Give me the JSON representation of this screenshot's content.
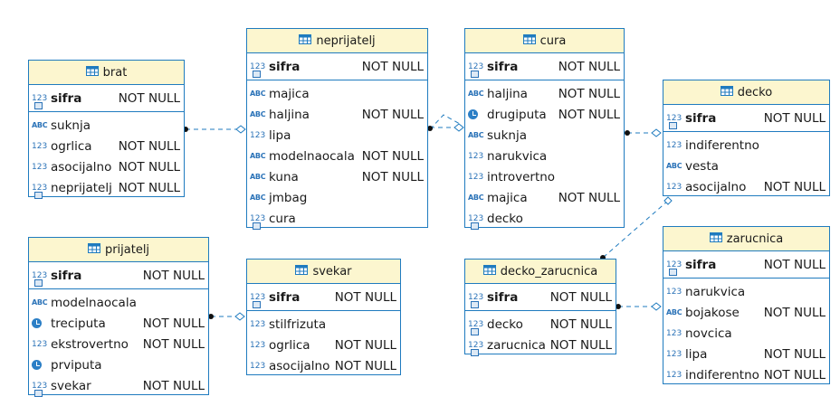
{
  "colors": {
    "border": "#1f7bbf",
    "header_bg": "#fcf6cf",
    "link": "#1f7bbf",
    "icon": "#2b73b8"
  },
  "entities": {
    "brat": {
      "name": "brat",
      "pk": [
        {
          "icon": "num-key",
          "name": "sifra",
          "null": "NOT NULL"
        }
      ],
      "cols": [
        {
          "icon": "text",
          "name": "suknja",
          "null": ""
        },
        {
          "icon": "num",
          "name": "ogrlica",
          "null": "NOT NULL"
        },
        {
          "icon": "num",
          "name": "asocijalno",
          "null": "NOT NULL"
        },
        {
          "icon": "num-key",
          "name": "neprijatelj",
          "null": "NOT NULL"
        }
      ]
    },
    "neprijatelj": {
      "name": "neprijatelj",
      "pk": [
        {
          "icon": "num-key",
          "name": "sifra",
          "null": "NOT NULL"
        }
      ],
      "cols": [
        {
          "icon": "text",
          "name": "majica",
          "null": ""
        },
        {
          "icon": "text",
          "name": "haljina",
          "null": "NOT NULL"
        },
        {
          "icon": "num",
          "name": "lipa",
          "null": ""
        },
        {
          "icon": "text",
          "name": "modelnaocala",
          "null": "NOT NULL"
        },
        {
          "icon": "text",
          "name": "kuna",
          "null": "NOT NULL"
        },
        {
          "icon": "text",
          "name": "jmbag",
          "null": ""
        },
        {
          "icon": "num-key",
          "name": "cura",
          "null": ""
        }
      ]
    },
    "cura": {
      "name": "cura",
      "pk": [
        {
          "icon": "num-key",
          "name": "sifra",
          "null": "NOT NULL"
        }
      ],
      "cols": [
        {
          "icon": "text",
          "name": "haljina",
          "null": "NOT NULL"
        },
        {
          "icon": "clock",
          "name": "drugiputa",
          "null": "NOT NULL"
        },
        {
          "icon": "text",
          "name": "suknja",
          "null": ""
        },
        {
          "icon": "num",
          "name": "narukvica",
          "null": ""
        },
        {
          "icon": "num",
          "name": "introvertno",
          "null": ""
        },
        {
          "icon": "text",
          "name": "majica",
          "null": "NOT NULL"
        },
        {
          "icon": "num-key",
          "name": "decko",
          "null": ""
        }
      ]
    },
    "decko": {
      "name": "decko",
      "pk": [
        {
          "icon": "num-key",
          "name": "sifra",
          "null": "NOT NULL"
        }
      ],
      "cols": [
        {
          "icon": "num",
          "name": "indiferentno",
          "null": ""
        },
        {
          "icon": "text",
          "name": "vesta",
          "null": ""
        },
        {
          "icon": "num",
          "name": "asocijalno",
          "null": "NOT NULL"
        }
      ]
    },
    "prijatelj": {
      "name": "prijatelj",
      "pk": [
        {
          "icon": "num-key",
          "name": "sifra",
          "null": "NOT NULL"
        }
      ],
      "cols": [
        {
          "icon": "text",
          "name": "modelnaocala",
          "null": ""
        },
        {
          "icon": "clock",
          "name": "treciputa",
          "null": "NOT NULL"
        },
        {
          "icon": "num",
          "name": "ekstrovertno",
          "null": "NOT NULL"
        },
        {
          "icon": "clock",
          "name": "prviputa",
          "null": ""
        },
        {
          "icon": "num-key",
          "name": "svekar",
          "null": "NOT NULL"
        }
      ]
    },
    "svekar": {
      "name": "svekar",
      "pk": [
        {
          "icon": "num-key",
          "name": "sifra",
          "null": "NOT NULL"
        }
      ],
      "cols": [
        {
          "icon": "num",
          "name": "stilfrizuta",
          "null": ""
        },
        {
          "icon": "num",
          "name": "ogrlica",
          "null": "NOT NULL"
        },
        {
          "icon": "num",
          "name": "asocijalno",
          "null": "NOT NULL"
        }
      ]
    },
    "decko_zarucnica": {
      "name": "decko_zarucnica",
      "pk": [
        {
          "icon": "num-key",
          "name": "sifra",
          "null": "NOT NULL"
        }
      ],
      "cols": [
        {
          "icon": "num-key",
          "name": "decko",
          "null": "NOT NULL"
        },
        {
          "icon": "num-key",
          "name": "zarucnica",
          "null": "NOT NULL"
        }
      ]
    },
    "zarucnica": {
      "name": "zarucnica",
      "pk": [
        {
          "icon": "num-key",
          "name": "sifra",
          "null": "NOT NULL"
        }
      ],
      "cols": [
        {
          "icon": "num",
          "name": "narukvica",
          "null": ""
        },
        {
          "icon": "text",
          "name": "bojakose",
          "null": "NOT NULL"
        },
        {
          "icon": "num",
          "name": "novcica",
          "null": ""
        },
        {
          "icon": "num",
          "name": "lipa",
          "null": "NOT NULL"
        },
        {
          "icon": "num",
          "name": "indiferentno",
          "null": "NOT NULL"
        }
      ]
    }
  },
  "icon_glyphs": {
    "text": "ABC",
    "num": "123",
    "num-key": "123"
  }
}
